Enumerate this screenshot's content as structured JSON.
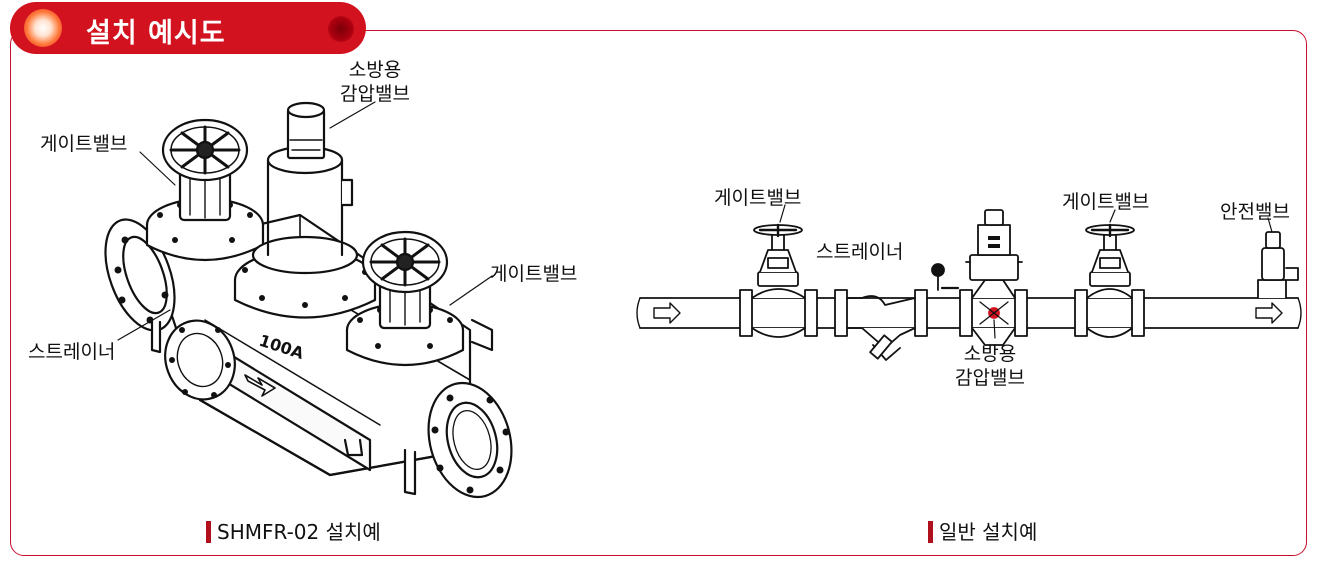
{
  "header": {
    "title": "설치 예시도"
  },
  "left_diagram": {
    "labels": {
      "pressure_valve_line1": "소방용",
      "pressure_valve_line2": "감압밸브",
      "gate_valve_left": "게이트밸브",
      "gate_valve_right": "게이트밸브",
      "strainer": "스트레이너",
      "body_marking": "100A"
    },
    "caption": "SHMFR-02 설치예"
  },
  "right_diagram": {
    "labels": {
      "gate_valve_1": "게이트밸브",
      "strainer": "스트레이너",
      "gate_valve_2": "게이트밸브",
      "safety_valve": "안전밸브",
      "pressure_valve_line1": "소방용",
      "pressure_valve_line2": "감압밸브"
    },
    "caption": "일반 설치예"
  },
  "colors": {
    "accent": "#d3121f",
    "border": "#c8102e",
    "caption_bar": "#b0101c"
  }
}
